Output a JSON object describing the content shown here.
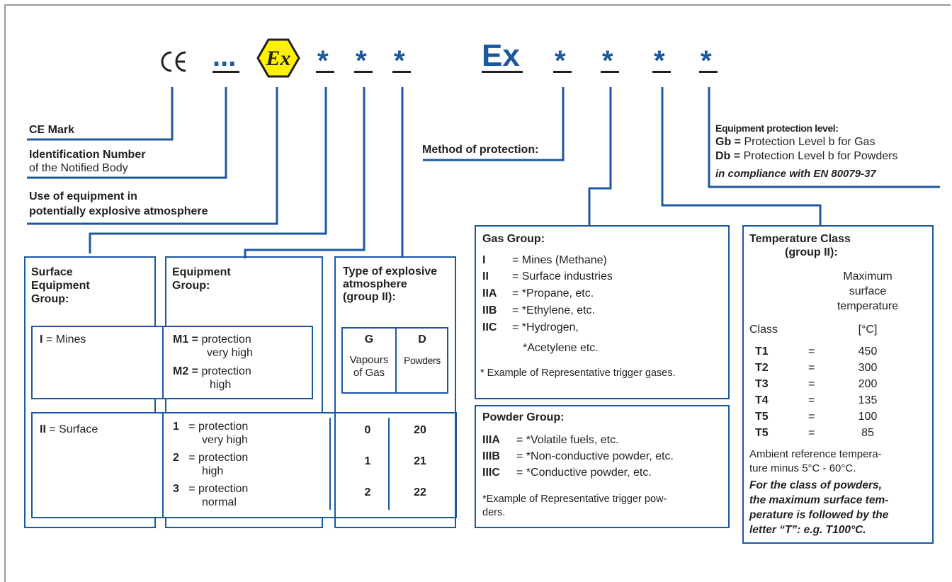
{
  "colors": {
    "accent": "#1c58a0",
    "text": "#231f20",
    "ex_symbol_bg": "#fff200",
    "frame": "#9a9a9a"
  },
  "marking": {
    "ce_mark": "CE",
    "notified_body": "...",
    "ex_symbol": "Ex",
    "star": "*",
    "ex_prefix": "Ex"
  },
  "labels": {
    "ce_mark": "CE Mark",
    "id_number_title": "Identification Number",
    "id_number_sub": "of the Notified Body",
    "use_line1": "Use of equipment in",
    "use_line2": "potentially explosive atmosphere",
    "method": "Method of protection:",
    "epl_title": "Equipment protection level:",
    "epl_gb_key": "Gb =",
    "epl_gb_val": "Protection Level b for Gas",
    "epl_db_key": "Db =",
    "epl_db_val": "Protection Level b for Powders",
    "epl_note": "in compliance with EN 80079-37"
  },
  "surface_group": {
    "title": [
      "Surface",
      "Equipment",
      "Group:"
    ],
    "mines_key": "I",
    "mines_val": "= Mines",
    "surface_key": "II",
    "surface_val": "= Surface"
  },
  "equipment_group": {
    "title": [
      "Equipment",
      "Group:"
    ],
    "mines": [
      {
        "key": "M1 =",
        "l1": "protection",
        "l2": "very high"
      },
      {
        "key": "M2 =",
        "l1": "protection",
        "l2": "high"
      }
    ],
    "surface": [
      {
        "key": "1",
        "eq": "=",
        "l1": "protection",
        "l2": "very high"
      },
      {
        "key": "2",
        "eq": "=",
        "l1": "protection",
        "l2": "high"
      },
      {
        "key": "3",
        "eq": "=",
        "l1": "protection",
        "l2": "normal"
      }
    ]
  },
  "atmosphere": {
    "title": [
      "Type of explosive",
      "atmosphere",
      "(group II):"
    ],
    "g_head": "G",
    "d_head": "D",
    "g_sub": [
      "Vapours",
      "of Gas"
    ],
    "d_sub": "Powders",
    "rows": [
      {
        "g": "0",
        "d": "20"
      },
      {
        "g": "1",
        "d": "21"
      },
      {
        "g": "2",
        "d": "22"
      }
    ]
  },
  "gas_group": {
    "title": "Gas Group:",
    "rows": [
      {
        "k": "I",
        "v": "= Mines (Methane)"
      },
      {
        "k": "II",
        "v": "= Surface industries"
      },
      {
        "k": "IIA",
        "v": "= *Propane, etc."
      },
      {
        "k": "IIB",
        "v": "= *Ethylene, etc."
      },
      {
        "k": "IIC",
        "v": "= *Hydrogen,"
      }
    ],
    "cont": "*Acetylene etc.",
    "note": "* Example of Representative trigger gases."
  },
  "powder_group": {
    "title": "Powder Group:",
    "rows": [
      {
        "k": "IIIA",
        "v": "= *Volatile fuels, etc."
      },
      {
        "k": "IIIB",
        "v": "= *Non-conductive powder, etc."
      },
      {
        "k": "IIIC",
        "v": "= *Conductive powder, etc."
      }
    ],
    "note": [
      "*Example of Representative trigger pow-",
      "ders."
    ]
  },
  "temperature": {
    "title": "Temperature Class",
    "subtitle": "(group II):",
    "max_head": [
      "Maximum",
      "surface",
      "temperature"
    ],
    "class_head": "Class",
    "unit_head": "[°C]",
    "rows": [
      {
        "c": "T1",
        "e": "=",
        "v": "450"
      },
      {
        "c": "T2",
        "e": "=",
        "v": "300"
      },
      {
        "c": "T3",
        "e": "=",
        "v": "200"
      },
      {
        "c": "T4",
        "e": "=",
        "v": "135"
      },
      {
        "c": "T5",
        "e": "=",
        "v": "100"
      },
      {
        "c": "T5",
        "e": "=",
        "v": "85"
      }
    ],
    "ambient": [
      "Ambient reference tempera-",
      "ture minus 5°C - 60°C."
    ],
    "powders_note": [
      "For the class of powders,",
      "the maximum surface tem-",
      "perature is followed by the",
      "letter “T”: e.g. T100°C."
    ]
  }
}
